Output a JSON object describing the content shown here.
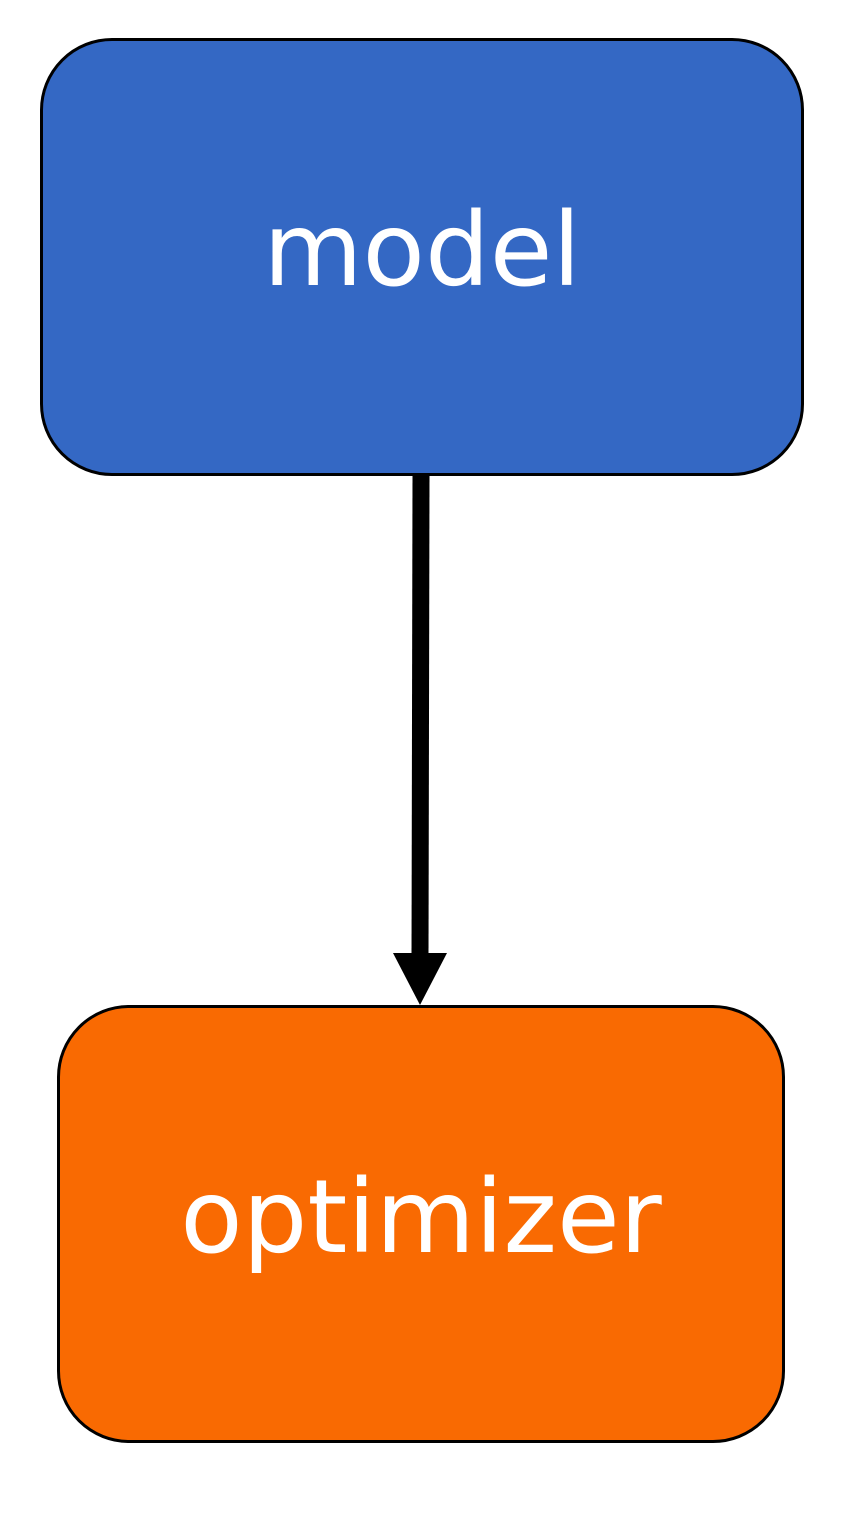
{
  "nodes": {
    "model": {
      "label": "model",
      "fill": "#3468C4"
    },
    "optimizer": {
      "label": "optimizer",
      "fill": "#F96A02"
    }
  },
  "edges": [
    {
      "from": "model",
      "to": "optimizer",
      "color": "#000000"
    }
  ]
}
